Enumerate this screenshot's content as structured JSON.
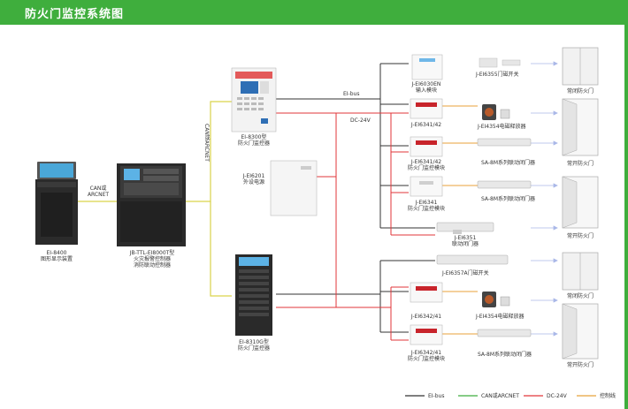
{
  "header": {
    "title": "防火门监控系统图"
  },
  "devices": {
    "ei8400": {
      "model": "EI-8400",
      "name": "图形显示装置"
    },
    "jb_ttl": {
      "model": "JB-TTL-EI8000T型",
      "name1": "火灾报警控制器",
      "name2": "消防联动控制器"
    },
    "can_arcnet": {
      "line1": "CAN或",
      "line2": "ARCNET"
    },
    "can_arcnet_vertical": "CAN或ARCNET",
    "ei8300": {
      "model": "EI-8300型",
      "name": "防火门监控器"
    },
    "ei8310": {
      "model": "EI-8310G型",
      "name": "防火门监控器"
    },
    "ei6201": {
      "model": "J-EI6201",
      "name": "外设电源"
    },
    "ei6030": {
      "model": "J-EI6030EN",
      "name": "输入模块"
    },
    "ei6355": {
      "name": "J-EI6355门磁开关"
    },
    "ei6341_a": {
      "model": "J-EI6341/42"
    },
    "ei4354_a": {
      "name": "J-EI4354电磁释放器"
    },
    "ei6341_b": {
      "model": "J-EI6341/42",
      "name": "防火门监控模块"
    },
    "sa8m_1": {
      "name": "SA-8M系列联动闭门器"
    },
    "ei6341_c": {
      "model": "J-EI6341",
      "name": "防火门监控模块"
    },
    "sa8m_2": {
      "name": "SA-8M系列联动闭门器"
    },
    "ei6351": {
      "model": "J-EI6351",
      "name": "联动闭门器"
    },
    "ei6357": {
      "name": "J-EI6357A门磁开关"
    },
    "ei6342_a": {
      "model": "J-EI6342/41"
    },
    "ei4354_b": {
      "name": "J-EI4354电磁释放器"
    },
    "ei6342_b": {
      "model": "J-EI6342/41",
      "name": "防火门监控模块"
    },
    "sa8m_3": {
      "name": "SA-8M系列联动闭门器"
    }
  },
  "doors": {
    "d1": "常闭防火门",
    "d2": "常开防火门",
    "d3": "常开防火门",
    "d4": "常闭防火门",
    "d5": "常开防火门"
  },
  "bus_labels": {
    "eibus": "EI-bus",
    "dc24": "DC-24V"
  },
  "legend": {
    "items": [
      {
        "label": "EI-bus",
        "color": "#333333"
      },
      {
        "label": "CAN或ARCNET",
        "color": "#3fae3d"
      },
      {
        "label": "DC-24V",
        "color": "#e2363a"
      },
      {
        "label": "控制线",
        "color": "#e8a23a"
      }
    ]
  },
  "colors": {
    "eibus": "#333333",
    "can": "#3fae3d",
    "dc": "#e2363a",
    "ctrl": "#e8a23a",
    "signal": "#aab8e8",
    "brand": "#3fae3d"
  }
}
